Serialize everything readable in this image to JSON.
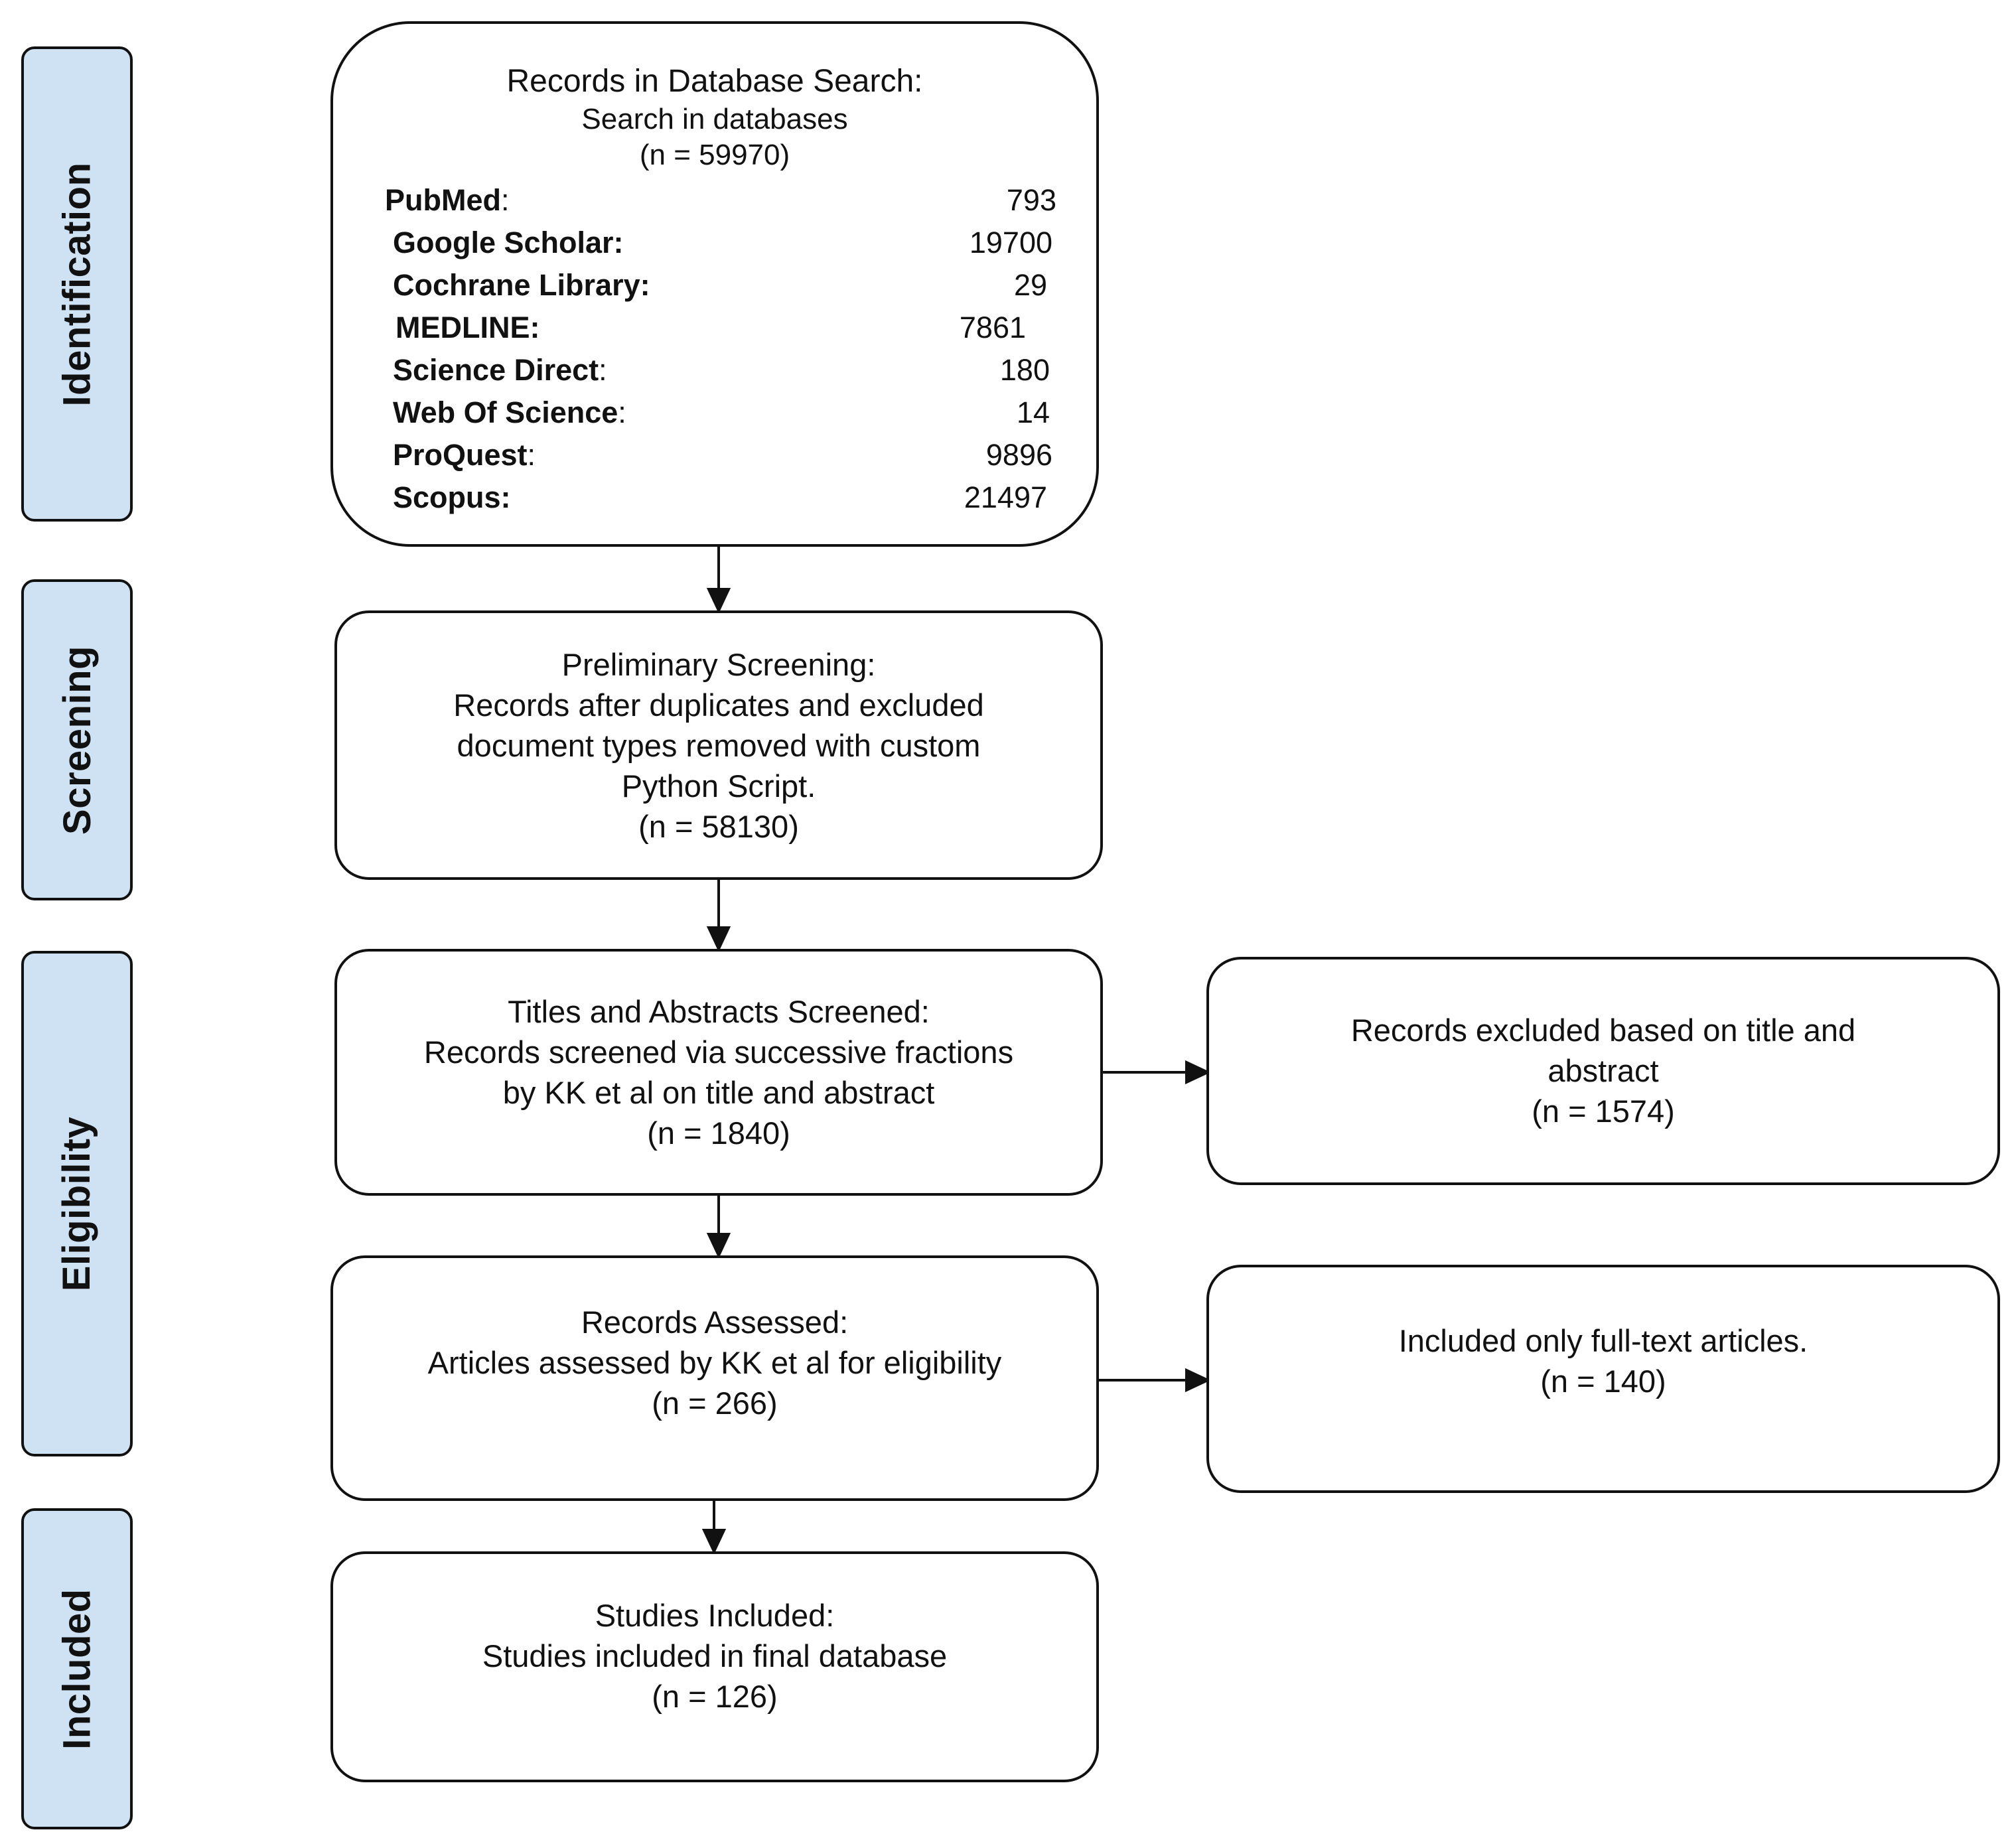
{
  "stages": {
    "identification": "Identification",
    "screening": "Screening",
    "eligibility": "Eligibility",
    "included": "Included"
  },
  "search_box": {
    "title": "Records in Database Search:",
    "subtitle": "Search in databases",
    "count": "(n = 59970)",
    "databases": [
      {
        "name": "PubMed",
        "value": "793"
      },
      {
        "name": "Google Scholar:",
        "value": "19700"
      },
      {
        "name": "Cochrane Library:",
        "value": "29"
      },
      {
        "name": "MEDLINE:",
        "value": "7861"
      },
      {
        "name": "Science Direct",
        "value": "180"
      },
      {
        "name": "Web Of Science",
        "value": "14"
      },
      {
        "name": "ProQuest",
        "value": "9896"
      },
      {
        "name": "Scopus:",
        "value": "21497"
      }
    ],
    "colon": ":"
  },
  "screening_box": {
    "lines": [
      "Preliminary Screening:",
      "Records after duplicates and excluded",
      "document types removed with custom",
      "Python Script.",
      "(n = 58130)"
    ]
  },
  "titles_box": {
    "lines": [
      "Titles and Abstracts Screened:",
      "Records screened via successive fractions",
      "by KK et al on title and abstract",
      "(n = 1840)"
    ]
  },
  "excluded_box": {
    "lines": [
      "Records excluded based on title and",
      "abstract",
      "(n = 1574)"
    ]
  },
  "assessed_box": {
    "lines": [
      "Records Assessed:",
      "Articles assessed by KK et al for eligibility",
      "(n = 266)"
    ]
  },
  "fulltext_box": {
    "lines": [
      "Included only full-text articles.",
      "(n = 140)"
    ]
  },
  "included_box": {
    "lines": [
      "Studies Included:",
      "Studies included in final database",
      "(n = 126)"
    ]
  }
}
